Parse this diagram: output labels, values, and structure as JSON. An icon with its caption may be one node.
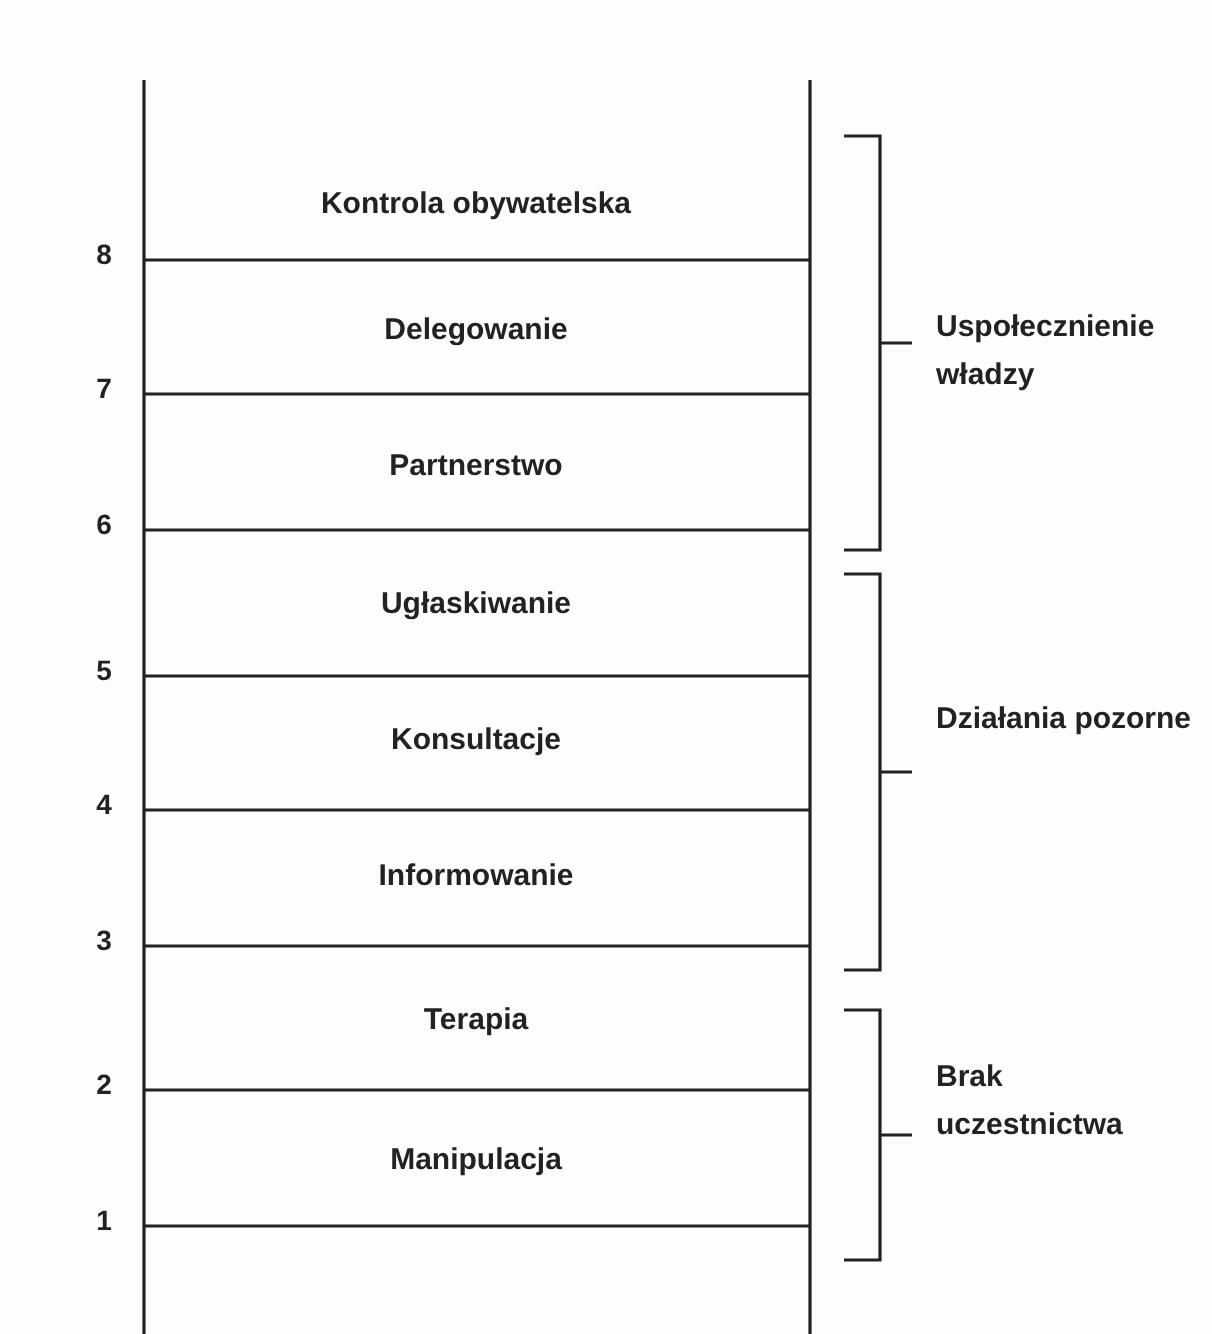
{
  "diagram": {
    "labels": [
      "Kontrola obywatelska",
      "8",
      "Delegowanie",
      "7",
      "Partnerstwo",
      "6",
      "Ugłaskiwanie",
      "5",
      "Konsultacje",
      "4",
      "Informowanie",
      "3",
      "Terapia",
      "2",
      "Manipulacja",
      "1",
      "Uspołecznienie władzy",
      "Działania pozorne",
      "Brak uczestnictwa"
    ]
  }
}
